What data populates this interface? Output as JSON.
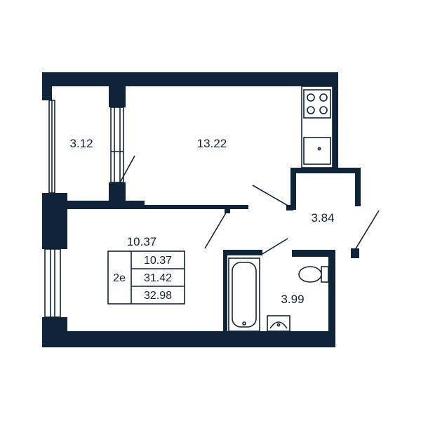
{
  "rooms": {
    "balcony": "3.12",
    "kitchen_living": "13.22",
    "hallway": "3.84",
    "bedroom": "10.37",
    "bathroom": "3.99"
  },
  "summary": {
    "type": "2e",
    "living_area": "10.37",
    "total_area": "31.42",
    "total_with_balcony": "32.98"
  },
  "colors": {
    "wall": "#0f2438",
    "background": "#ffffff"
  }
}
